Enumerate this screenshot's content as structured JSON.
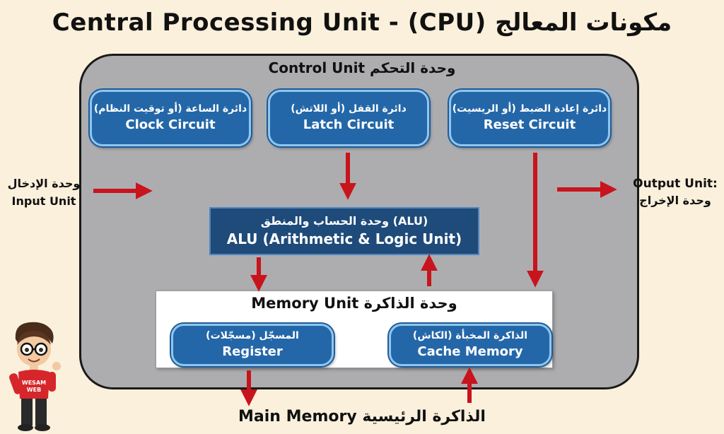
{
  "title": "Central Processing Unit - (CPU) مكونات المعالج",
  "control_unit": {
    "label": "Control Unit وحدة التحكم",
    "clock": {
      "ar": "دائرة الساعة (أو توقيت النظام)",
      "en": "Clock Circuit"
    },
    "latch": {
      "ar": "دائرة القفل (أو اللاتش)",
      "en": "Latch Circuit"
    },
    "reset": {
      "ar": "دائرة إعادة الضبط (أو الريسيت)",
      "en": "Reset Circuit"
    }
  },
  "alu": {
    "ar": "وحدة الحساب والمنطق (ALU)",
    "en": "ALU (Arithmetic & Logic Unit)"
  },
  "memory_unit": {
    "label": "Memory Unit وحدة الذاكرة",
    "register": {
      "ar": "المسجّل (مسجّلات)",
      "en": "Register"
    },
    "cache": {
      "ar": "الذاكرة المخبأة (الكاش)",
      "en": "Cache Memory"
    }
  },
  "input_unit": {
    "ar": "وحدة الإدخال",
    "en": "Input Unit"
  },
  "output_unit": {
    "en": "Output Unit:",
    "ar": "وحدة الإخراج"
  },
  "main_memory": "Main Memory الذاكرة الرئيسية",
  "mascot": {
    "shirt_text_1": "WESAM",
    "shirt_text_2": "WEB"
  },
  "colors": {
    "background": "#fbf0dc",
    "cpu_box": "#adadb0",
    "pill": "#2467a8",
    "alu": "#1e4b7a",
    "arrow": "#c8141c"
  }
}
